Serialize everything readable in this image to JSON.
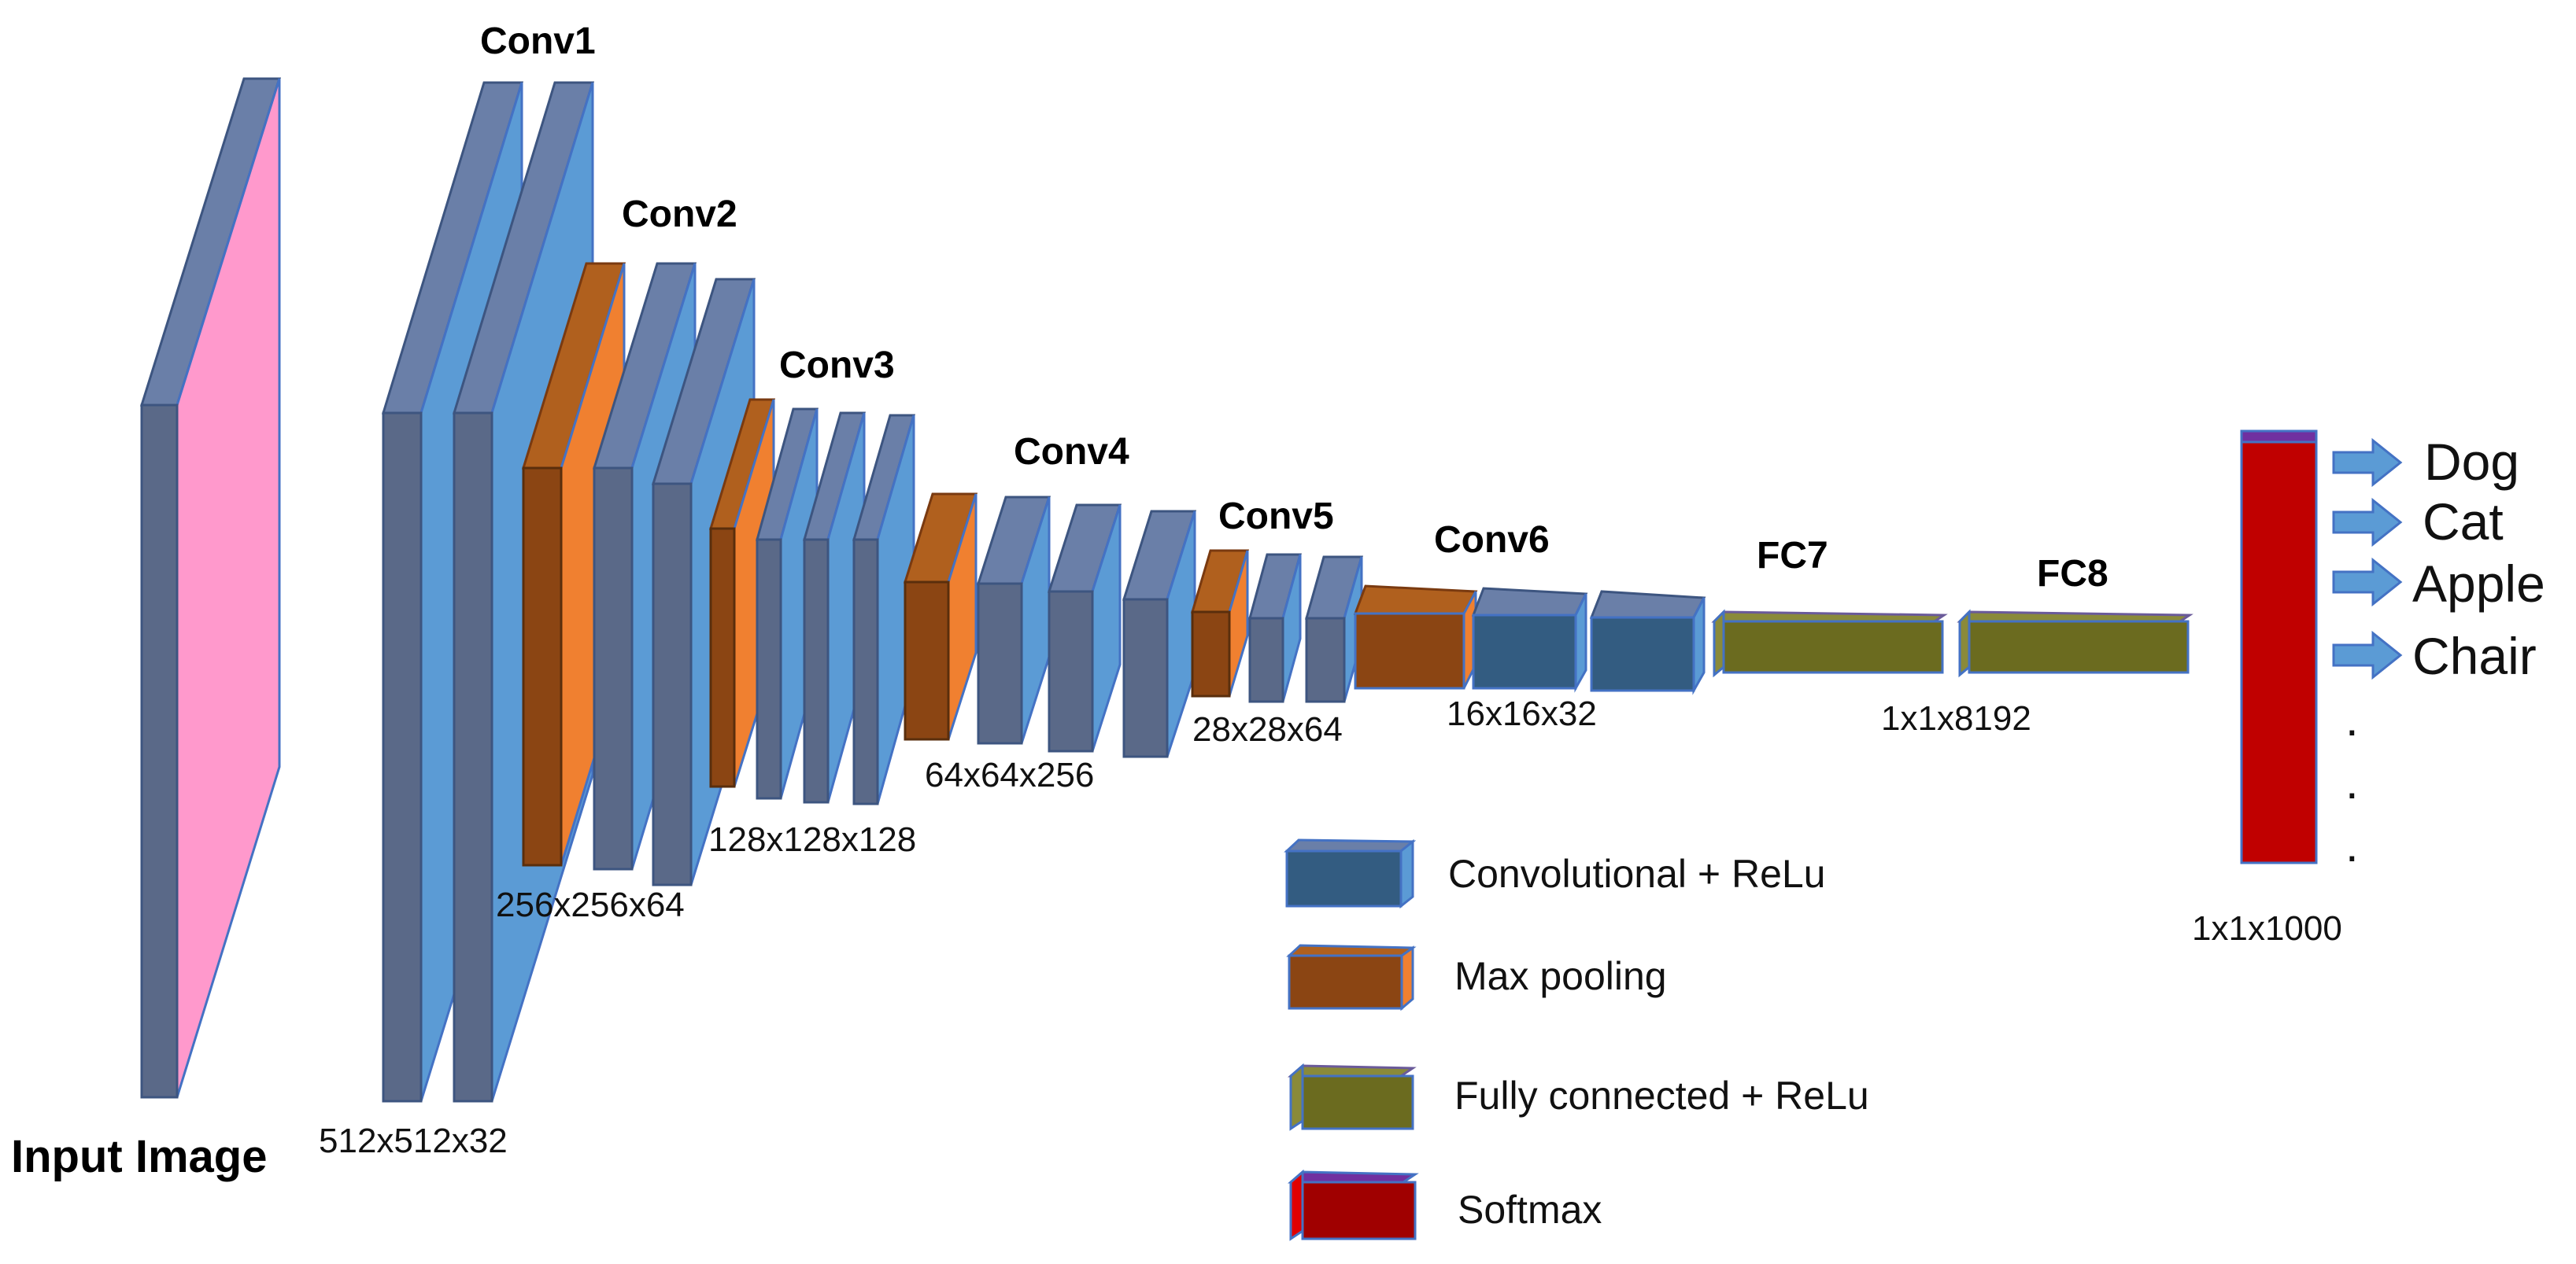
{
  "colors": {
    "conv": "#5b9bd5",
    "conv_dark": "#3a5a7a",
    "pool": "#c55a11",
    "fc": "#6b6b1f",
    "softmax": "#c00000",
    "input": "#ff99cc",
    "arrow": "#5b9bd5"
  },
  "layers": {
    "input": {
      "label": "Input Image"
    },
    "conv1": {
      "label": "Conv1",
      "dim": "512x512x32"
    },
    "conv2": {
      "label": "Conv2",
      "dim": "256x256x64"
    },
    "conv3": {
      "label": "Conv3",
      "dim": "128x128x128"
    },
    "conv4": {
      "label": "Conv4",
      "dim": "64x64x256"
    },
    "conv5": {
      "label": "Conv5",
      "dim": "28x28x64"
    },
    "conv6": {
      "label": "Conv6",
      "dim": "16x16x32"
    },
    "fc7": {
      "label": "FC7"
    },
    "fc8": {
      "label": "FC8",
      "dim": "1x1x8192"
    },
    "softmax": {
      "dim": "1x1x1000"
    }
  },
  "outputs": [
    "Dog",
    "Cat",
    "Apple",
    "Chair"
  ],
  "ellipsis": ".",
  "legend": [
    {
      "label": "Convolutional + ReLu",
      "kind": "conv"
    },
    {
      "label": "Max pooling",
      "kind": "pool"
    },
    {
      "label": "Fully connected + ReLu",
      "kind": "fc"
    },
    {
      "label": "Softmax",
      "kind": "softmax"
    }
  ]
}
